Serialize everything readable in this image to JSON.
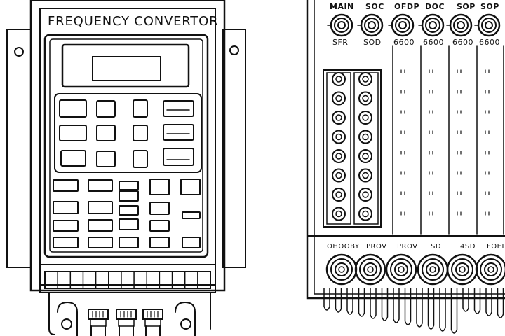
{
  "device": {
    "title": "FREQUENCY CONVERTOR"
  },
  "panel": {
    "top_labels": [
      "MAIN",
      "SOC",
      "OFDP",
      "DOC",
      "SOP",
      "SOP"
    ],
    "sub_labels": [
      "SFR",
      "SOD",
      "6600",
      "6600",
      "6600",
      "6600"
    ],
    "bottom_labels": [
      "OHOOBY",
      "PROV",
      "PROV",
      "SD",
      "4SD",
      "FOED"
    ]
  },
  "colors": {
    "line": "#111111",
    "background": "#ffffff"
  }
}
